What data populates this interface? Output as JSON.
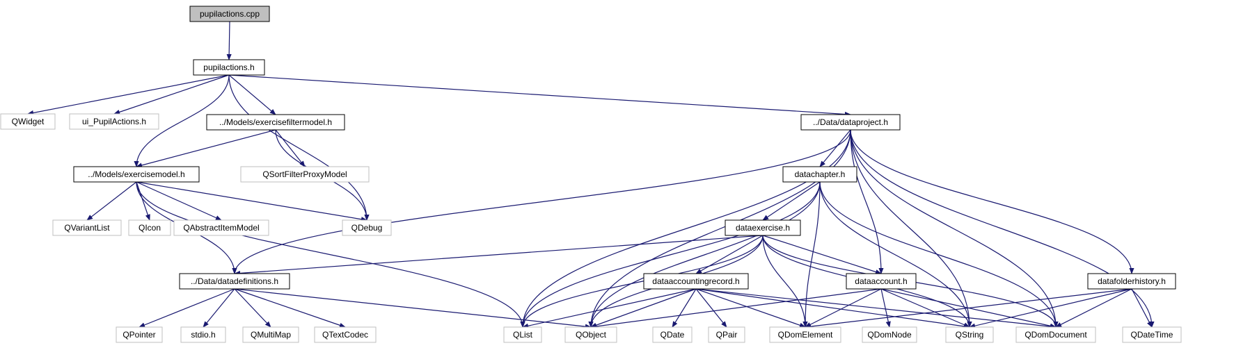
{
  "colors": {
    "edge": "#191970",
    "external_border": "#bfbfbf",
    "root_fill": "#bfbfbf"
  },
  "nodes": [
    {
      "id": "pupilactions_cpp",
      "label": "pupilactions.cpp",
      "kind": "root"
    },
    {
      "id": "pupilactions_h",
      "label": "pupilactions.h",
      "kind": "file"
    },
    {
      "id": "qwidget",
      "label": "QWidget",
      "kind": "external"
    },
    {
      "id": "ui_pupilactions",
      "label": "ui_PupilActions.h",
      "kind": "external"
    },
    {
      "id": "exercisefiltermodel",
      "label": "../Models/exercisefiltermodel.h",
      "kind": "file"
    },
    {
      "id": "dataproject",
      "label": "../Data/dataproject.h",
      "kind": "file"
    },
    {
      "id": "exercisemodel",
      "label": "../Models/exercisemodel.h",
      "kind": "file"
    },
    {
      "id": "qsortfilter",
      "label": "QSortFilterProxyModel",
      "kind": "external"
    },
    {
      "id": "qvariantlist",
      "label": "QVariantList",
      "kind": "external"
    },
    {
      "id": "qicon",
      "label": "QIcon",
      "kind": "external"
    },
    {
      "id": "qabstractitemmodel",
      "label": "QAbstractItemModel",
      "kind": "external"
    },
    {
      "id": "qdebug",
      "label": "QDebug",
      "kind": "external"
    },
    {
      "id": "datachapter",
      "label": "datachapter.h",
      "kind": "file"
    },
    {
      "id": "dataexercise",
      "label": "dataexercise.h",
      "kind": "file"
    },
    {
      "id": "datadefinitions",
      "label": "../Data/datadefinitions.h",
      "kind": "file"
    },
    {
      "id": "dataaccountingrecord",
      "label": "dataaccountingrecord.h",
      "kind": "file"
    },
    {
      "id": "dataaccount",
      "label": "dataaccount.h",
      "kind": "file"
    },
    {
      "id": "datafolderhistory",
      "label": "datafolderhistory.h",
      "kind": "file"
    },
    {
      "id": "qpointer",
      "label": "QPointer",
      "kind": "external"
    },
    {
      "id": "stdio",
      "label": "stdio.h",
      "kind": "external"
    },
    {
      "id": "qmultimap",
      "label": "QMultiMap",
      "kind": "external"
    },
    {
      "id": "qtextcodec",
      "label": "QTextCodec",
      "kind": "external"
    },
    {
      "id": "qlist",
      "label": "QList",
      "kind": "external"
    },
    {
      "id": "qobject",
      "label": "QObject",
      "kind": "external"
    },
    {
      "id": "qdate",
      "label": "QDate",
      "kind": "external"
    },
    {
      "id": "qpair",
      "label": "QPair",
      "kind": "external"
    },
    {
      "id": "qdomelement",
      "label": "QDomElement",
      "kind": "external"
    },
    {
      "id": "qdomnode",
      "label": "QDomNode",
      "kind": "external"
    },
    {
      "id": "qstring",
      "label": "QString",
      "kind": "external"
    },
    {
      "id": "qdomdocument",
      "label": "QDomDocument",
      "kind": "external"
    },
    {
      "id": "qdatetime",
      "label": "QDateTime",
      "kind": "external"
    }
  ],
  "edges": [
    [
      "pupilactions_cpp",
      "pupilactions_h"
    ],
    [
      "pupilactions_h",
      "qwidget"
    ],
    [
      "pupilactions_h",
      "ui_pupilactions"
    ],
    [
      "pupilactions_h",
      "exercisefiltermodel"
    ],
    [
      "pupilactions_h",
      "exercisemodel"
    ],
    [
      "pupilactions_h",
      "qdebug"
    ],
    [
      "pupilactions_h",
      "dataproject"
    ],
    [
      "exercisefiltermodel",
      "exercisemodel"
    ],
    [
      "exercisefiltermodel",
      "qsortfilter"
    ],
    [
      "exercisefiltermodel",
      "qdebug"
    ],
    [
      "exercisemodel",
      "qvariantlist"
    ],
    [
      "exercisemodel",
      "qicon"
    ],
    [
      "exercisemodel",
      "qabstractitemmodel"
    ],
    [
      "exercisemodel",
      "qdebug"
    ],
    [
      "exercisemodel",
      "datadefinitions"
    ],
    [
      "exercisemodel",
      "qlist"
    ],
    [
      "dataproject",
      "datadefinitions"
    ],
    [
      "dataproject",
      "datachapter"
    ],
    [
      "dataproject",
      "qlist"
    ],
    [
      "dataproject",
      "qobject"
    ],
    [
      "dataproject",
      "dataaccount"
    ],
    [
      "dataproject",
      "qstring"
    ],
    [
      "dataproject",
      "datafolderhistory"
    ],
    [
      "dataproject",
      "qdomdocument"
    ],
    [
      "dataproject",
      "qdatetime"
    ],
    [
      "datachapter",
      "dataexercise"
    ],
    [
      "datachapter",
      "qlist"
    ],
    [
      "datachapter",
      "qobject"
    ],
    [
      "datachapter",
      "qdomelement"
    ],
    [
      "datachapter",
      "qstring"
    ],
    [
      "datachapter",
      "qdomdocument"
    ],
    [
      "dataexercise",
      "datadefinitions"
    ],
    [
      "dataexercise",
      "qlist"
    ],
    [
      "dataexercise",
      "qobject"
    ],
    [
      "dataexercise",
      "dataaccountingrecord"
    ],
    [
      "dataexercise",
      "dataaccount"
    ],
    [
      "dataexercise",
      "qdomelement"
    ],
    [
      "dataexercise",
      "qstring"
    ],
    [
      "dataexercise",
      "qdomdocument"
    ],
    [
      "datadefinitions",
      "qpointer"
    ],
    [
      "datadefinitions",
      "stdio"
    ],
    [
      "datadefinitions",
      "qmultimap"
    ],
    [
      "datadefinitions",
      "qtextcodec"
    ],
    [
      "datadefinitions",
      "qobject"
    ],
    [
      "dataaccountingrecord",
      "qlist"
    ],
    [
      "dataaccountingrecord",
      "qobject"
    ],
    [
      "dataaccountingrecord",
      "qdate"
    ],
    [
      "dataaccountingrecord",
      "qpair"
    ],
    [
      "dataaccountingrecord",
      "qdomelement"
    ],
    [
      "dataaccountingrecord",
      "qstring"
    ],
    [
      "dataaccountingrecord",
      "qdomdocument"
    ],
    [
      "dataaccount",
      "qobject"
    ],
    [
      "dataaccount",
      "qdomelement"
    ],
    [
      "dataaccount",
      "qdomnode"
    ],
    [
      "dataaccount",
      "qstring"
    ],
    [
      "dataaccount",
      "qdomdocument"
    ],
    [
      "datafolderhistory",
      "qdomelement"
    ],
    [
      "datafolderhistory",
      "qstring"
    ],
    [
      "datafolderhistory",
      "qdomdocument"
    ],
    [
      "datafolderhistory",
      "qdatetime"
    ]
  ]
}
